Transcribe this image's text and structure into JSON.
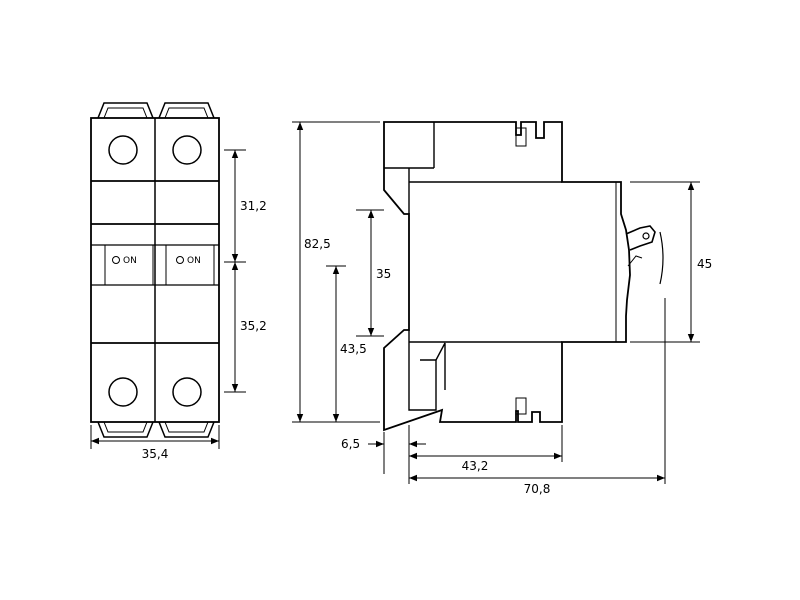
{
  "front_view": {
    "poles": [
      {
        "switch_label": "ON"
      },
      {
        "switch_label": "ON"
      }
    ],
    "dim_width": "35,4",
    "dim_upper": "31,2",
    "dim_lower": "35,2"
  },
  "side_view": {
    "dim_height_total": "82,5",
    "dim_rail": "35",
    "dim_rail_to_bottom": "43,5",
    "dim_front_height": "45",
    "dim_clip_offset": "6,5",
    "dim_depth_body": "43,2",
    "dim_depth_total": "70,8"
  }
}
